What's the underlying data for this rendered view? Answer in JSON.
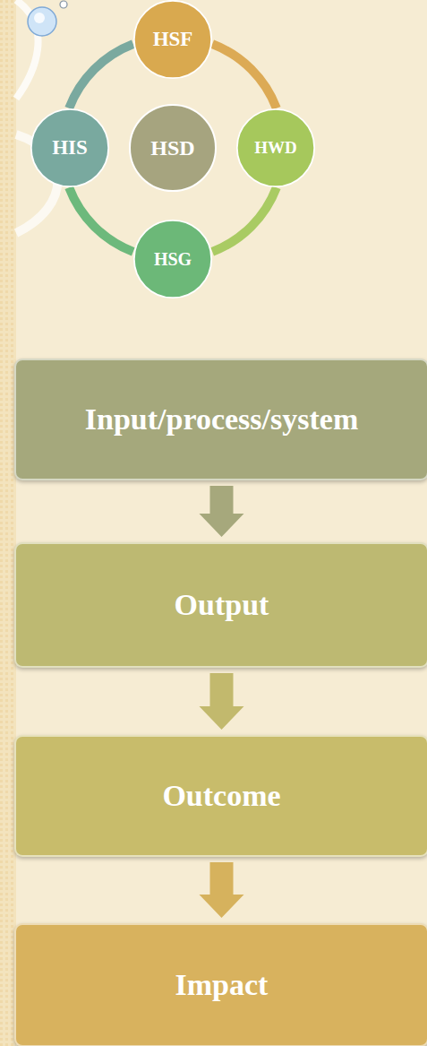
{
  "diagram": {
    "nodes": [
      {
        "text": [
          "HSF"
        ]
      },
      {
        "text": [
          "HIS"
        ]
      },
      {
        "text": [
          "HSD"
        ]
      },
      {
        "text": [
          "HWD"
        ]
      },
      {
        "text": [
          "HSG"
        ]
      },
      {
        "text": [
          "Input/process/system"
        ]
      },
      {
        "text": [
          "Output"
        ]
      },
      {
        "text": [
          "Outcome"
        ]
      },
      {
        "text": [
          "Impact"
        ]
      }
    ],
    "edges": [
      {
        "from": 0,
        "to": 3,
        "arrow": "none"
      },
      {
        "from": 3,
        "to": 4,
        "arrow": "none"
      },
      {
        "from": 4,
        "to": 1,
        "arrow": "none"
      },
      {
        "from": 1,
        "to": 0,
        "arrow": "none"
      },
      {
        "from": 5,
        "to": 6,
        "arrow": "to"
      },
      {
        "from": 6,
        "to": 7,
        "arrow": "to"
      },
      {
        "from": 7,
        "to": 8,
        "arrow": "to"
      }
    ]
  }
}
